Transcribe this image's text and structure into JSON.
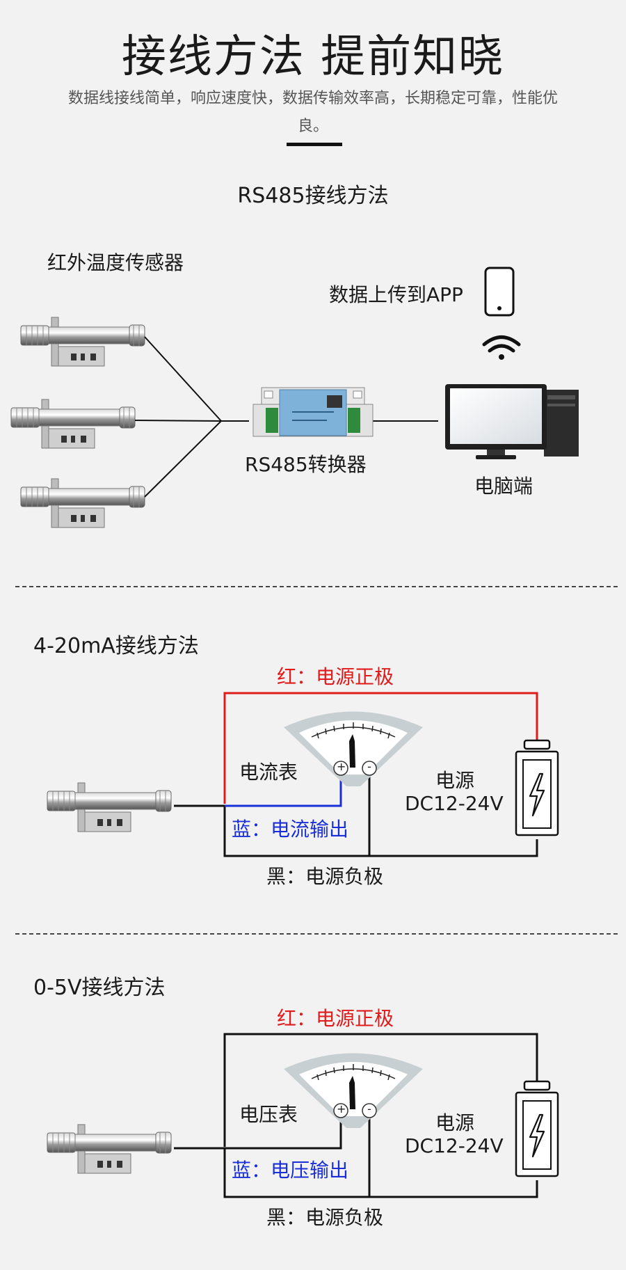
{
  "header": {
    "title": "接线方法 提前知晓",
    "subtitle": "数据线接线简单，响应速度快，数据传输效率高，长期稳定可靠，性能优良。"
  },
  "rs485": {
    "heading": "RS485接线方法",
    "sensor_label": "红外温度传感器",
    "upload_label": "数据上传到APP",
    "converter_label": "RS485转换器",
    "pc_label": "电脑端"
  },
  "ma": {
    "heading": "4-20mA接线方法",
    "red_label": "红：电源正极",
    "meter_label": "电流表",
    "blue_label": "蓝：电流输出",
    "black_label": "黑：电源负极",
    "power_label_1": "电源",
    "power_label_2": "DC12-24V",
    "plus": "+",
    "minus": "-"
  },
  "v": {
    "heading": "0-5V接线方法",
    "red_label": "红：电源正极",
    "meter_label": "电压表",
    "blue_label": "蓝：电压输出",
    "black_label": "黑：电源负极",
    "power_label_1": "电源",
    "power_label_2": "DC12-24V",
    "plus": "+",
    "minus": "-"
  },
  "colors": {
    "red_wire": "#e01b1b",
    "blue_wire": "#1a2fd6",
    "black_wire": "#111111"
  },
  "icons": [
    "phone-icon",
    "wifi-icon",
    "computer-icon",
    "sensor-probe-icon",
    "rs485-converter-icon",
    "meter-gauge-icon",
    "battery-icon",
    "lightning-icon"
  ]
}
